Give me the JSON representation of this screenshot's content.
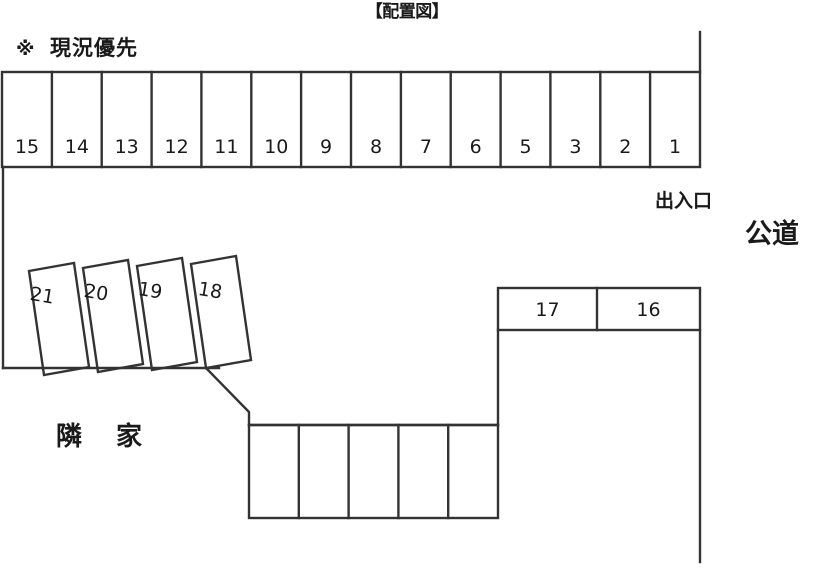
{
  "title": "【配置図】",
  "note": {
    "mark": "※",
    "text": "現況優先"
  },
  "labels": {
    "neighbor_house": "隣家",
    "entrance": "出入口",
    "public_road": "公道"
  },
  "rows": {
    "top_row": {
      "name": "top-parking-row",
      "numbers": [
        "15",
        "14",
        "13",
        "12",
        "11",
        "10",
        "9",
        "8",
        "7",
        "6",
        "5",
        "3",
        "2",
        "1"
      ],
      "count": 14
    },
    "right_row": {
      "name": "right-parking-row",
      "numbers": [
        "17",
        "16"
      ],
      "count": 2
    },
    "slanted_row": {
      "name": "slanted-parking-row",
      "numbers": [
        "21",
        "20",
        "19",
        "18"
      ],
      "count": 4
    },
    "bottom_row": {
      "name": "bottom-parking-row",
      "numbers": [
        "",
        "",
        "",
        "",
        ""
      ],
      "count": 5
    }
  },
  "colors": {
    "line": "#333333",
    "text": "#1a1a1a",
    "background": "#ffffff"
  }
}
